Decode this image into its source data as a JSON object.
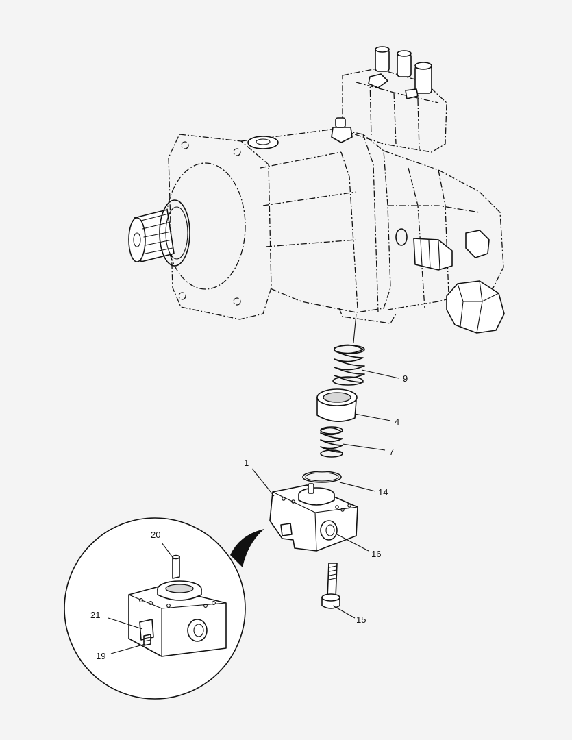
{
  "callouts": [
    {
      "id": "c1",
      "label": "1"
    },
    {
      "id": "c4",
      "label": "4"
    },
    {
      "id": "c7",
      "label": "7"
    },
    {
      "id": "c9",
      "label": "9"
    },
    {
      "id": "c14",
      "label": "14"
    },
    {
      "id": "c15",
      "label": "15"
    },
    {
      "id": "c16",
      "label": "16"
    },
    {
      "id": "c19",
      "label": "19"
    },
    {
      "id": "c20",
      "label": "20"
    },
    {
      "id": "c21",
      "label": "21"
    }
  ],
  "colors": {
    "background": "#f4f4f4",
    "line": "#111111",
    "part_fill": "#ffffff"
  }
}
